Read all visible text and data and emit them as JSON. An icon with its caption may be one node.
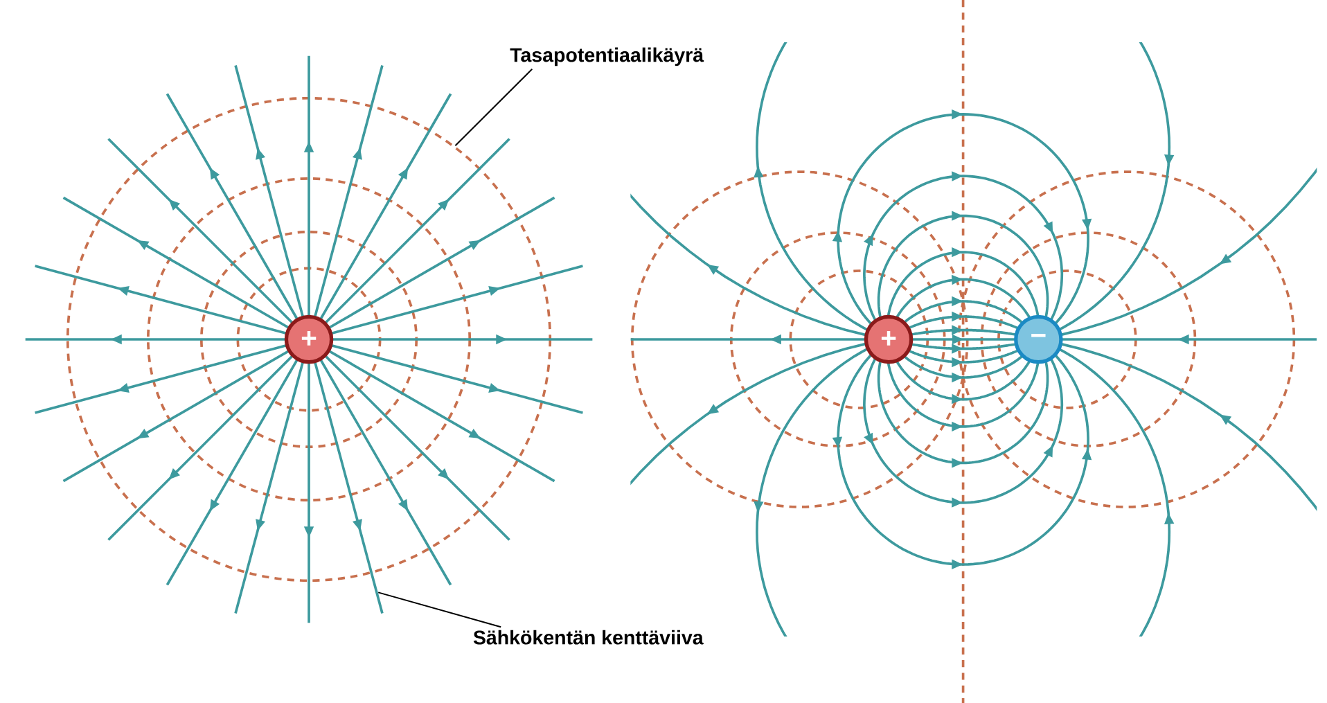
{
  "diagram": {
    "nodes": [
      {
        "text": [
          "+"
        ]
      },
      {
        "text": [
          "+"
        ]
      },
      {
        "text": [
          "−"
        ]
      },
      {
        "text": [
          "Tasapotentiaalikäyrä"
        ]
      },
      {
        "text": [
          "Sähkökentän kenttäviiva"
        ]
      }
    ],
    "edges": [
      {
        "from": 3,
        "to": null,
        "arrow": "none"
      },
      {
        "from": 4,
        "to": null,
        "arrow": "none"
      }
    ]
  }
}
